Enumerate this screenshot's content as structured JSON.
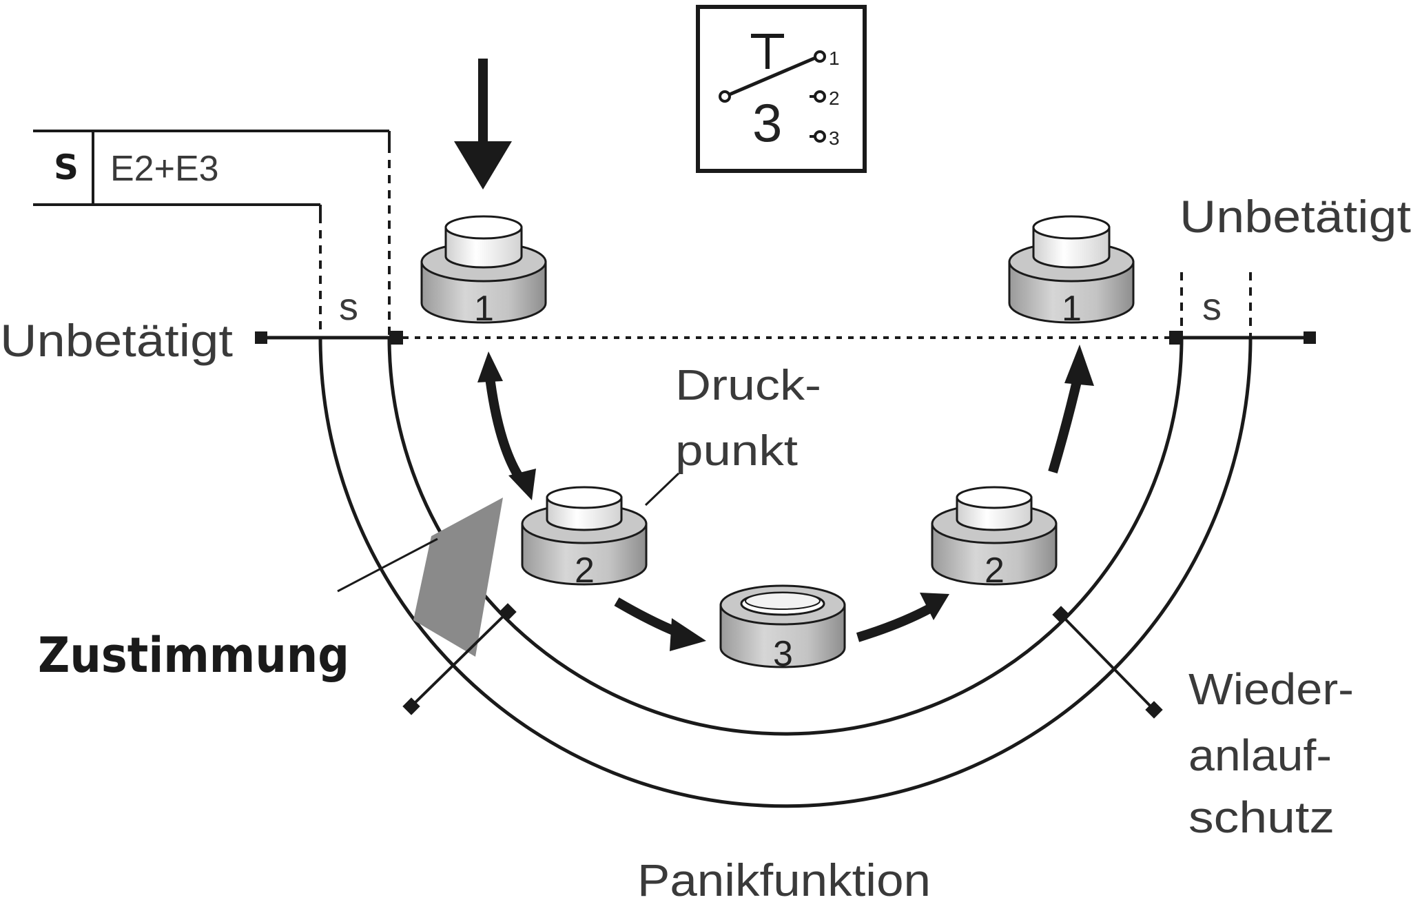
{
  "header_box": {
    "key": "S",
    "value": "E2+E3"
  },
  "switch_symbol": {
    "position_label": "3",
    "contacts": [
      "1",
      "2",
      "3"
    ]
  },
  "labels": {
    "unactuated_left": "Unbetätigt",
    "unactuated_right": "Unbetätigt",
    "s_left": "s",
    "s_right": "s",
    "pressure_point_line1": "Druck-",
    "pressure_point_line2": "punkt",
    "enabling": "Zustimmung",
    "restart_line1": "Wieder-",
    "restart_line2": "anlauf-",
    "restart_line3": "schutz",
    "panic": "Panikfunktion"
  },
  "buttons": [
    {
      "position": "1",
      "state": "released"
    },
    {
      "position": "2",
      "state": "pressure-point"
    },
    {
      "position": "3",
      "state": "fully-pressed"
    },
    {
      "position": "2",
      "state": "pressure-point"
    },
    {
      "position": "1",
      "state": "released"
    }
  ],
  "colors": {
    "line": "#1a1a1a",
    "button_body": "#c4c4c4",
    "button_top": "#f4f4f4",
    "enabling_zone": "#8a8a8a"
  }
}
